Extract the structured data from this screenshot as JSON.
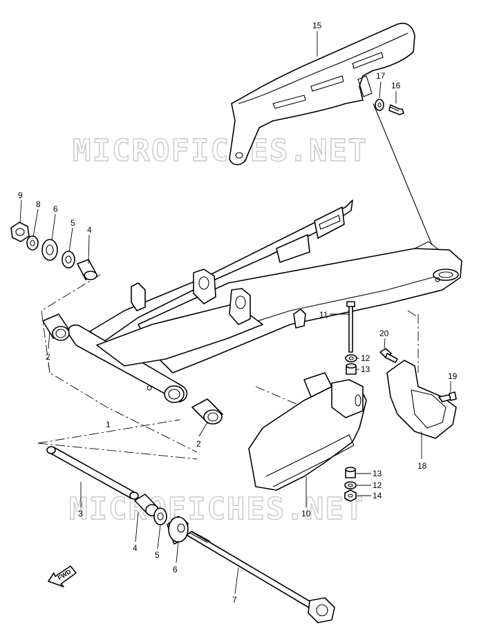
{
  "watermark": "MICROFICHES.NET",
  "fwd_label": "FWD",
  "callouts": {
    "c1": "1",
    "c2a": "2",
    "c2b": "2",
    "c3": "3",
    "c4a": "4",
    "c4b": "4",
    "c5a": "5",
    "c5b": "5",
    "c6a": "6",
    "c6b": "6",
    "c7": "7",
    "c8": "8",
    "c9": "9",
    "c10": "10",
    "c11": "11",
    "c12a": "12",
    "c12b": "12",
    "c13a": "13",
    "c13b": "13",
    "c14": "14",
    "c15": "15",
    "c16": "16",
    "c17": "17",
    "c18": "18",
    "c19": "19",
    "c20": "20"
  }
}
